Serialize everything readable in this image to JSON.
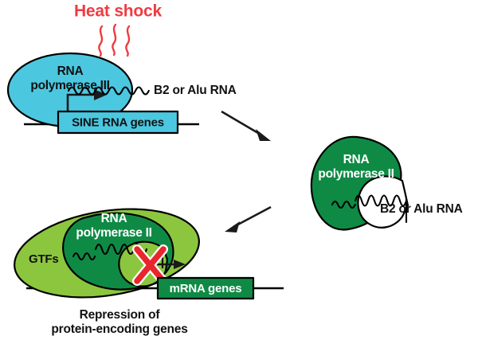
{
  "figure": {
    "title": "Heat shock repression of protein-encoding genes by B2 or Alu RNA",
    "background_color": "#ffffff"
  },
  "colors": {
    "heat_shock_red": "#ef3b42",
    "pol3_cyan": "#4cc7e0",
    "pol2_green": "#0f8a45",
    "gtf_light_green": "#8cc63e",
    "mrna_box_green": "#0f8a45",
    "x_mark_red": "#e8262c",
    "outline_black": "#000000",
    "text_white": "#ffffff",
    "text_black": "#111111"
  },
  "stimulus": {
    "label": "Heat shock",
    "wave_count": 3
  },
  "panel_top": {
    "polymerase": {
      "name_line1": "RNA",
      "name_line2": "polymerase III",
      "shape": "ellipse",
      "fill": "#4cc7e0"
    },
    "gene_box": {
      "label": "SINE RNA genes",
      "fill": "#4cc7e0",
      "text_color": "#111111"
    },
    "transcript_label": "B2 or Alu RNA",
    "arrow_icon": "transcription-start-arrow"
  },
  "panel_right": {
    "polymerase": {
      "name_line1": "RNA",
      "name_line2": "polymerase II",
      "shape": "crescent",
      "fill": "#0f8a45",
      "text_color": "#ffffff"
    },
    "transcript_label": "B2 or Alu RNA"
  },
  "panel_bottom": {
    "gtfs_label": "GTFs",
    "gtfs_fill": "#8cc63e",
    "polymerase": {
      "name_line1": "RNA",
      "name_line2": "polymerase II",
      "shape": "crescent",
      "fill": "#0f8a45",
      "text_color": "#ffffff"
    },
    "gene_box": {
      "label": "mRNA genes",
      "fill": "#0f8a45",
      "text_color": "#ffffff"
    },
    "blocked_marker": "X",
    "caption_line1": "Repression of",
    "caption_line2": "protein-encoding genes"
  },
  "flow": {
    "arrow_1": "arrow-top-to-right-panel",
    "arrow_2": "arrow-right-to-bottom-panel"
  }
}
